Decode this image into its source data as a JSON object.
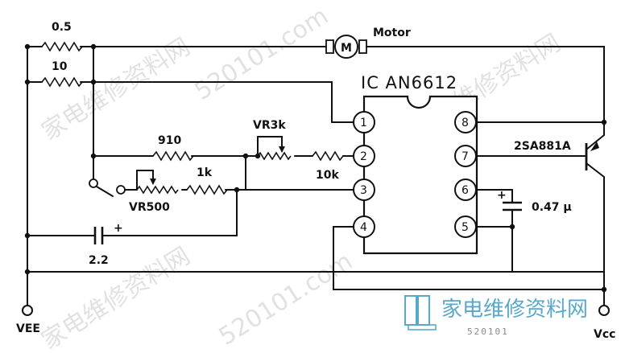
{
  "ic": {
    "title": "IC AN6612",
    "pins": [
      "1",
      "2",
      "3",
      "4",
      "5",
      "6",
      "7",
      "8"
    ]
  },
  "components": {
    "r_top": "0.5",
    "r_second": "10",
    "motor_label": "Motor",
    "motor_symbol": "M",
    "r_910": "910",
    "vr3k": "VR3k",
    "r_10k": "10k",
    "r_1k": "1k",
    "vr500": "VR500",
    "cap_in_value": "2.2",
    "cap_in_polarity": "+",
    "cap_out_value": "0.47 μ",
    "cap_out_polarity": "+",
    "transistor": "2SA881A"
  },
  "terminals": {
    "vee": "VEE",
    "vcc": "Vcc"
  },
  "watermark": {
    "logo_text": "家电维修资料网",
    "url_digits": "520101",
    "url_prefix": "5",
    "url_full": "520101.com",
    "bg_text": "家电维修资料网"
  }
}
